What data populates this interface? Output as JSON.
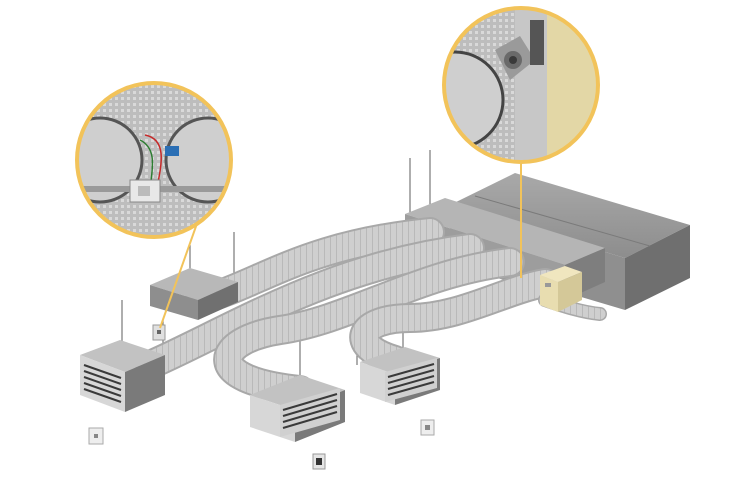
{
  "diagram": {
    "kind": "ducted-air-distribution-system",
    "colors": {
      "background": "#ffffff",
      "plenum_box": "#8f8f8f",
      "plenum_dark": "#6f6f6f",
      "duct": "#c9c9c9",
      "duct_shade": "#a8a8a8",
      "grille_face": "#d7d7d7",
      "grille_slat": "#3a3a3a",
      "controller_box": "#e8ddb0",
      "callout_ring": "#f2c35a",
      "callout_bg": "#d0d0d0",
      "hanger_rod": "#777777"
    },
    "components": {
      "main_plenum": "main-plenum",
      "distribution_box": "distribution-box",
      "controller": "zone-controller-box",
      "left_plenum": "left-plenum-box",
      "ducts": [
        "duct-1",
        "duct-2",
        "duct-3",
        "duct-4"
      ],
      "outlets": [
        "outlet-grille-left",
        "outlet-grille-center",
        "outlet-grille-right"
      ],
      "wall_controls": [
        "wall-control-1",
        "wall-control-2",
        "wall-control-3",
        "wall-control-4"
      ]
    },
    "callouts": [
      "callout-wiring-detail",
      "callout-damper-detail"
    ]
  }
}
